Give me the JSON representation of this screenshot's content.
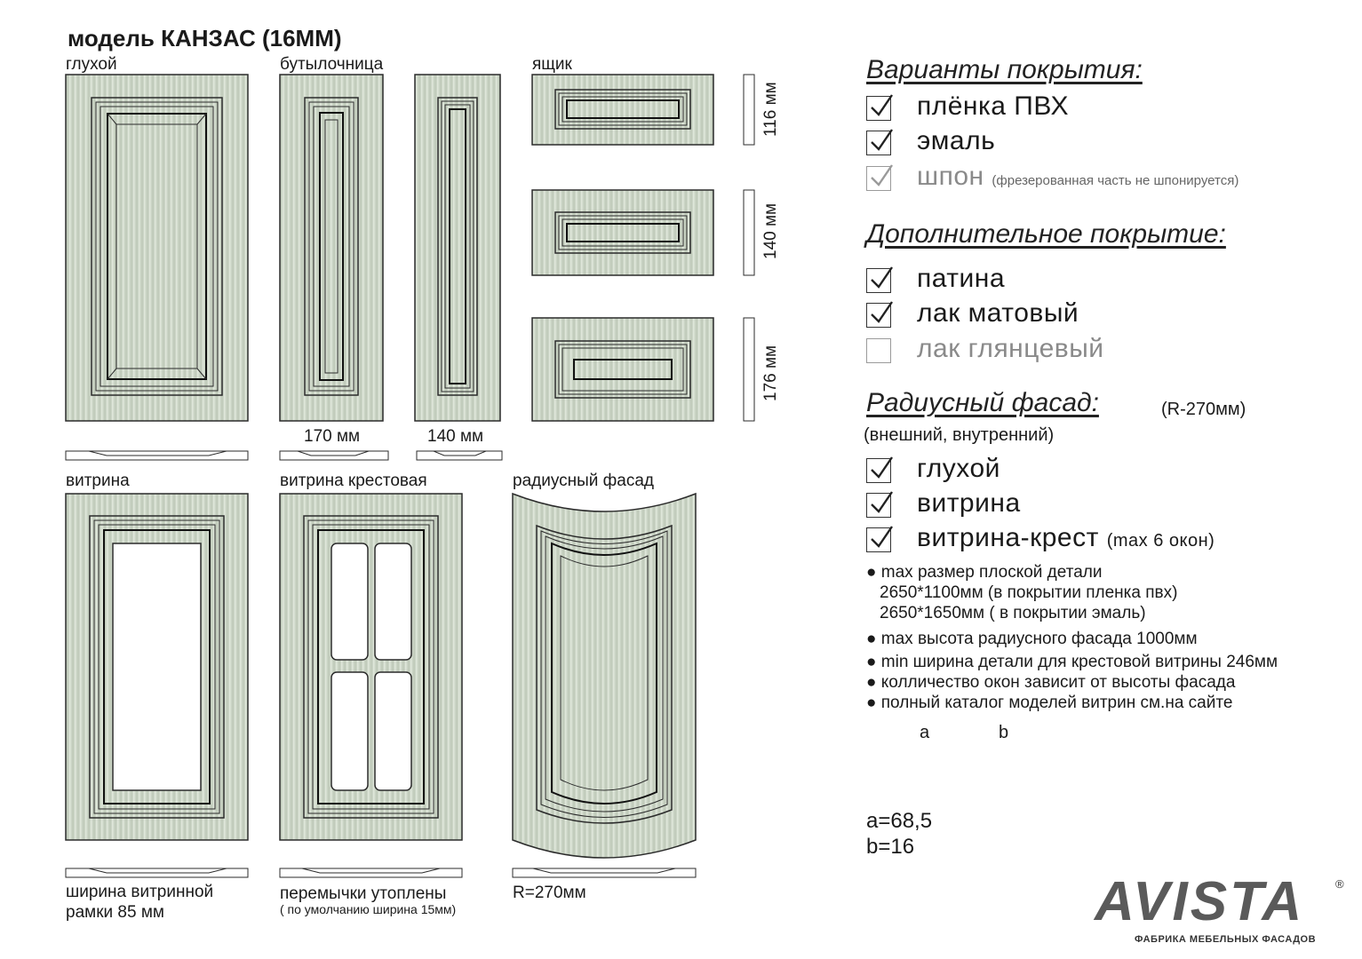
{
  "title": "модель КАНЗАС (16ММ)",
  "labels": {
    "gluhoy": "глухой",
    "butylochnitsa": "бутылочница",
    "yashchik": "ящик",
    "vitrina": "витрина",
    "vitrina_krest": "витрина крестовая",
    "radius": "радиусный фасад"
  },
  "dimensions": {
    "w170": "170 мм",
    "w140": "140 мм",
    "h116": "116 мм",
    "h140": "140 мм",
    "h176": "176 мм"
  },
  "captions": {
    "frame_width_line1": "ширина витринной",
    "frame_width_line2": "рамки 85 мм",
    "bridges_line1": "перемычки утоплены",
    "bridges_line2": "( по умолчанию ширина 15мм)",
    "radius_value": "R=270мм"
  },
  "coating": {
    "heading": "Варианты покрытия:",
    "options": [
      {
        "label": "плёнка ПВХ",
        "note": "",
        "checked": true,
        "muted": false
      },
      {
        "label": "эмаль",
        "note": "",
        "checked": true,
        "muted": false
      },
      {
        "label": "шпон",
        "note": "(фрезерованная часть не шпонируется)",
        "checked": true,
        "muted": true
      }
    ]
  },
  "extra_coating": {
    "heading": "Дополнительное покрытие:",
    "options": [
      {
        "label": "патина",
        "checked": true,
        "muted": false
      },
      {
        "label": "лак матовый",
        "checked": true,
        "muted": false
      },
      {
        "label": "лак глянцевый",
        "checked": false,
        "muted": true
      }
    ]
  },
  "radius_facade": {
    "heading": "Радиусный фасад:",
    "heading_note": "(R-270мм)",
    "sub": "(внешний, внутренний)",
    "options": [
      {
        "label": "глухой",
        "note": "",
        "checked": true
      },
      {
        "label": "витрина",
        "note": "",
        "checked": true
      },
      {
        "label": "витрина-крест",
        "note": "(max 6 окон)",
        "checked": true
      }
    ]
  },
  "notes": [
    "max размер  плоской детали",
    "2650*1100мм (в покрытии пленка пвх)",
    "2650*1650мм ( в покрытии эмаль)",
    "max высота  радиусного фасада 1000мм",
    "min ширина детали для крестовой витрины 246мм",
    "колличество окон зависит от высоты фасада",
    "полный каталог моделей витрин см.на сайте"
  ],
  "profile": {
    "label_a": "a",
    "label_b": "b",
    "value_a": "a=68,5",
    "value_b": "b=16"
  },
  "brand": {
    "name": "AVISTA",
    "registered": "®",
    "tagline": "ФАБРИКА МЕБЕЛЬНЫХ ФАСАДОВ"
  },
  "colors": {
    "panel": "#c9d3c4",
    "line": "#2b2b2b",
    "logo": "#5a5a5a",
    "muted": "#8a8a8a"
  }
}
